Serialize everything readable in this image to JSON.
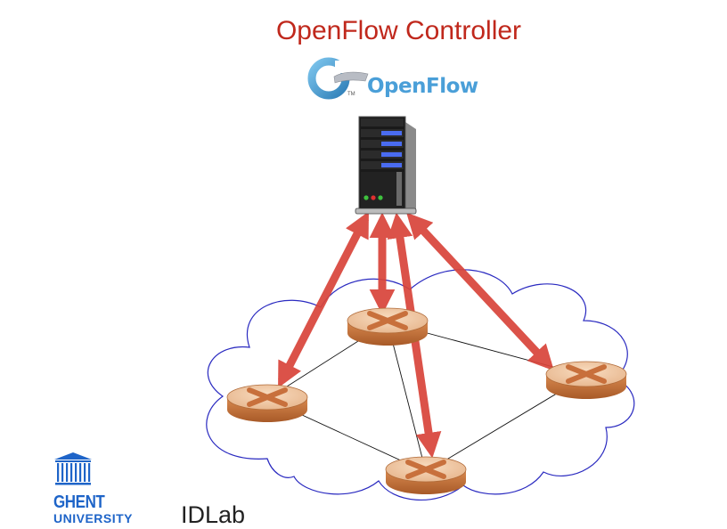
{
  "title": "OpenFlow Controller",
  "logo": {
    "text": "OpenFlow",
    "tm": "TM",
    "color": "#4a9fd8"
  },
  "controller": {
    "icon": "server-icon"
  },
  "switches": [
    {
      "name": "switch-top",
      "icon": "switch-router-icon"
    },
    {
      "name": "switch-left",
      "icon": "switch-router-icon"
    },
    {
      "name": "switch-right",
      "icon": "switch-router-icon"
    },
    {
      "name": "switch-bottom",
      "icon": "switch-router-icon"
    }
  ],
  "footer": {
    "university_line1": "GHENT",
    "university_line2": "UNIVERSITY",
    "lab": "IDLab"
  },
  "colors": {
    "title": "#c0281c",
    "arrow": "#d9443a",
    "switch_top": "#f0c8a4",
    "switch_side": "#c8743e",
    "cross": "#c8703c",
    "cloud_stroke": "#2a2ac0",
    "ghent_blue": "#1e64c8"
  }
}
